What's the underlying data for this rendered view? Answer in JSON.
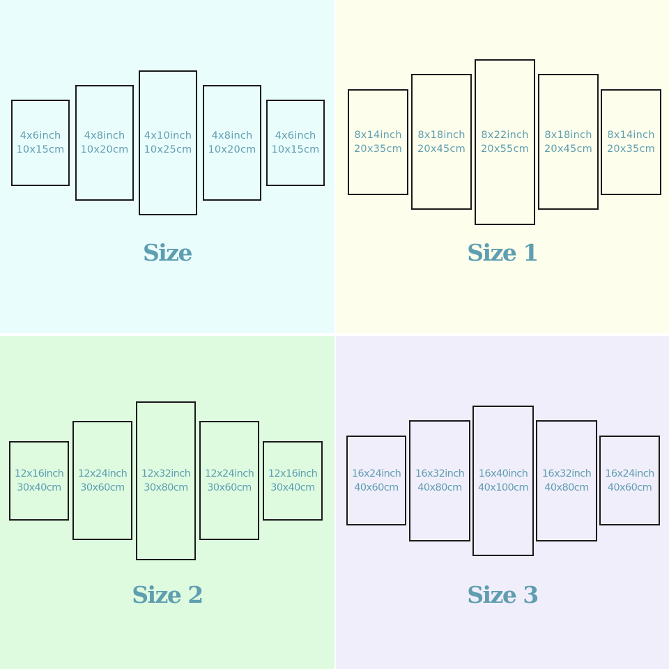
{
  "sections": [
    {
      "title": "Size",
      "background": "#eafdfd",
      "panels": [
        {
          "inch": "4x6inch",
          "cm": "10x15cm"
        },
        {
          "inch": "4x8inch",
          "cm": "10x20cm"
        },
        {
          "inch": "4x10inch",
          "cm": "10x25cm"
        },
        {
          "inch": "4x8inch",
          "cm": "10x20cm"
        },
        {
          "inch": "4x6inch",
          "cm": "10x15cm"
        }
      ]
    },
    {
      "title": "Size 1",
      "background": "#fefeec",
      "panels": [
        {
          "inch": "8x14inch",
          "cm": "20x35cm"
        },
        {
          "inch": "8x18inch",
          "cm": "20x45cm"
        },
        {
          "inch": "8x22inch",
          "cm": "20x55cm"
        },
        {
          "inch": "8x18inch",
          "cm": "20x45cm"
        },
        {
          "inch": "8x14inch",
          "cm": "20x35cm"
        }
      ]
    },
    {
      "title": "Size 2",
      "background": "#defbe0",
      "panels": [
        {
          "inch": "12x16inch",
          "cm": "30x40cm"
        },
        {
          "inch": "12x24inch",
          "cm": "30x60cm"
        },
        {
          "inch": "12x32inch",
          "cm": "30x80cm"
        },
        {
          "inch": "12x24inch",
          "cm": "30x60cm"
        },
        {
          "inch": "12x16inch",
          "cm": "30x40cm"
        }
      ]
    },
    {
      "title": "Size 3",
      "background": "#f1eefb",
      "panels": [
        {
          "inch": "16x24inch",
          "cm": "40x60cm"
        },
        {
          "inch": "16x32inch",
          "cm": "40x80cm"
        },
        {
          "inch": "16x40inch",
          "cm": "40x100cm"
        },
        {
          "inch": "16x32inch",
          "cm": "40x80cm"
        },
        {
          "inch": "16x24inch",
          "cm": "40x60cm"
        }
      ]
    }
  ],
  "colors": {
    "text": "#5f9eb0",
    "border": "#1a1a1a"
  }
}
